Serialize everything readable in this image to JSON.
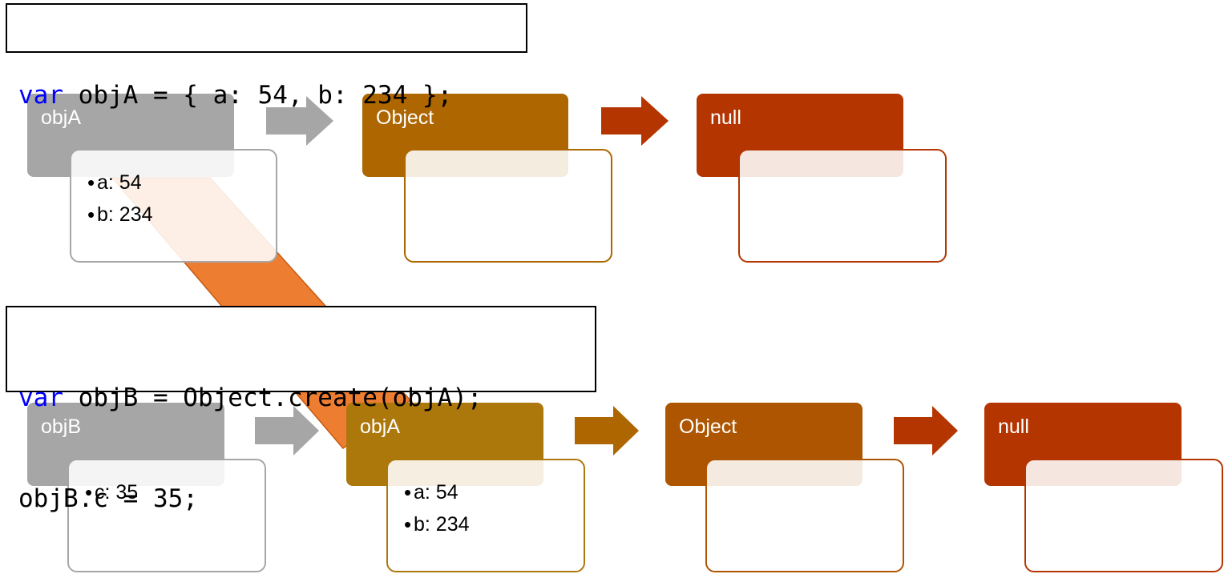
{
  "code_blocks": [
    {
      "lines": [
        {
          "keyword": "var",
          "rest": " objA = { a: 54, b: 234 };"
        }
      ]
    },
    {
      "lines": [
        {
          "keyword": "var",
          "rest": " objB = Object.create(objA);"
        },
        {
          "keyword": "",
          "rest": "objB.c = 35;"
        }
      ]
    }
  ],
  "chains": [
    {
      "nodes": [
        {
          "label": "objA",
          "color": "#a6a6a6",
          "border": "#a6a6a6",
          "props": [
            "a: 54",
            "b: 234"
          ]
        },
        {
          "label": "Object",
          "color": "#ad6600",
          "border": "#ad6600",
          "props": []
        },
        {
          "label": "null",
          "color": "#b43500",
          "border": "#b43500",
          "props": []
        }
      ],
      "arrow_colors": [
        "#a6a6a6",
        "#b43500"
      ]
    },
    {
      "nodes": [
        {
          "label": "objB",
          "color": "#a6a6a6",
          "border": "#a6a6a6",
          "props": [
            "c: 35"
          ]
        },
        {
          "label": "objA",
          "color": "#ac770b",
          "border": "#ac770b",
          "props": [
            "a: 54",
            "b: 234"
          ]
        },
        {
          "label": "Object",
          "color": "#ad5500",
          "border": "#ad5500",
          "props": []
        },
        {
          "label": "null",
          "color": "#b43500",
          "border": "#b43500",
          "props": []
        }
      ],
      "arrow_colors": [
        "#a6a6a6",
        "#ad6600",
        "#b43500"
      ]
    }
  ],
  "connector_color": "#ed7d31"
}
